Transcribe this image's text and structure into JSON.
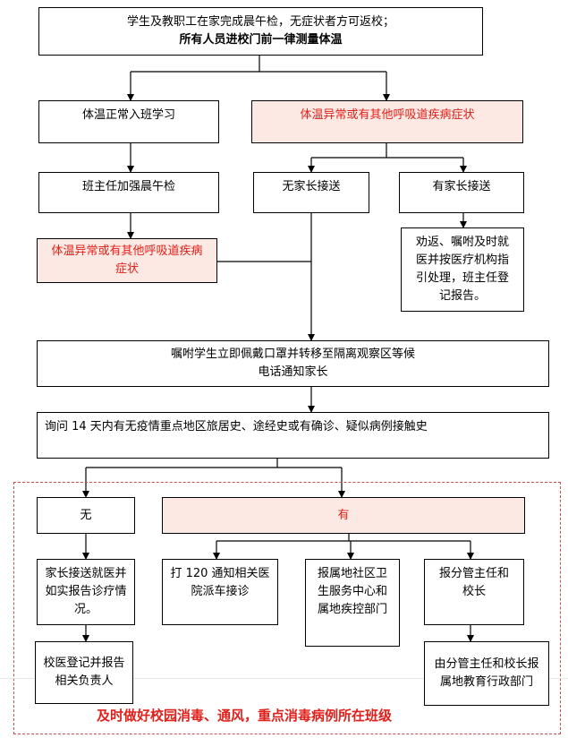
{
  "nodes": {
    "entry_line1": "学生及教职工在家完成晨午检，无症状者方可返校；",
    "entry_line2": "所有人员进校门前一律测量体温",
    "temp_normal": "体温正常入班学习",
    "temp_abnormal_top": "体温异常或有其他呼吸道疾病症状",
    "teacher_check": "班主任加强晨午检",
    "temp_abnormal_class": "体温异常或有其他呼吸道疾病症状",
    "no_parent": "无家长接送",
    "has_parent": "有家长接送",
    "persuade_return": "劝返、嘱咐及时就医并按医疗机构指引处理，班主任登记报告。",
    "isolate_line1": "嘱咐学生立即佩戴口罩并转移至隔离观察区等候",
    "isolate_line2": "电话通知家长",
    "inquiry": "询问 14 天内有无疫情重点地区旅居史、途经史或有确诊、疑似病例接触史",
    "no": "无",
    "yes": "有",
    "parent_pickup": "家长接送就医并如实报告诊疗情况。",
    "doctor_register": "校医登记并报告相关负责人",
    "call_120": "打 120 通知相关医院派车接诊",
    "report_community": "报属地社区卫生服务中心和属地疾控部门",
    "report_principal": "报分管主任和校长",
    "report_edu": "由分管主任和校长报属地教育行政部门"
  },
  "footer": "及时做好校园消毒、通风，重点消毒病例所在班级",
  "colors": {
    "highlight_fill": "#fce9e3",
    "highlight_text": "#e0201a",
    "frame_dash": "#c0504d"
  }
}
